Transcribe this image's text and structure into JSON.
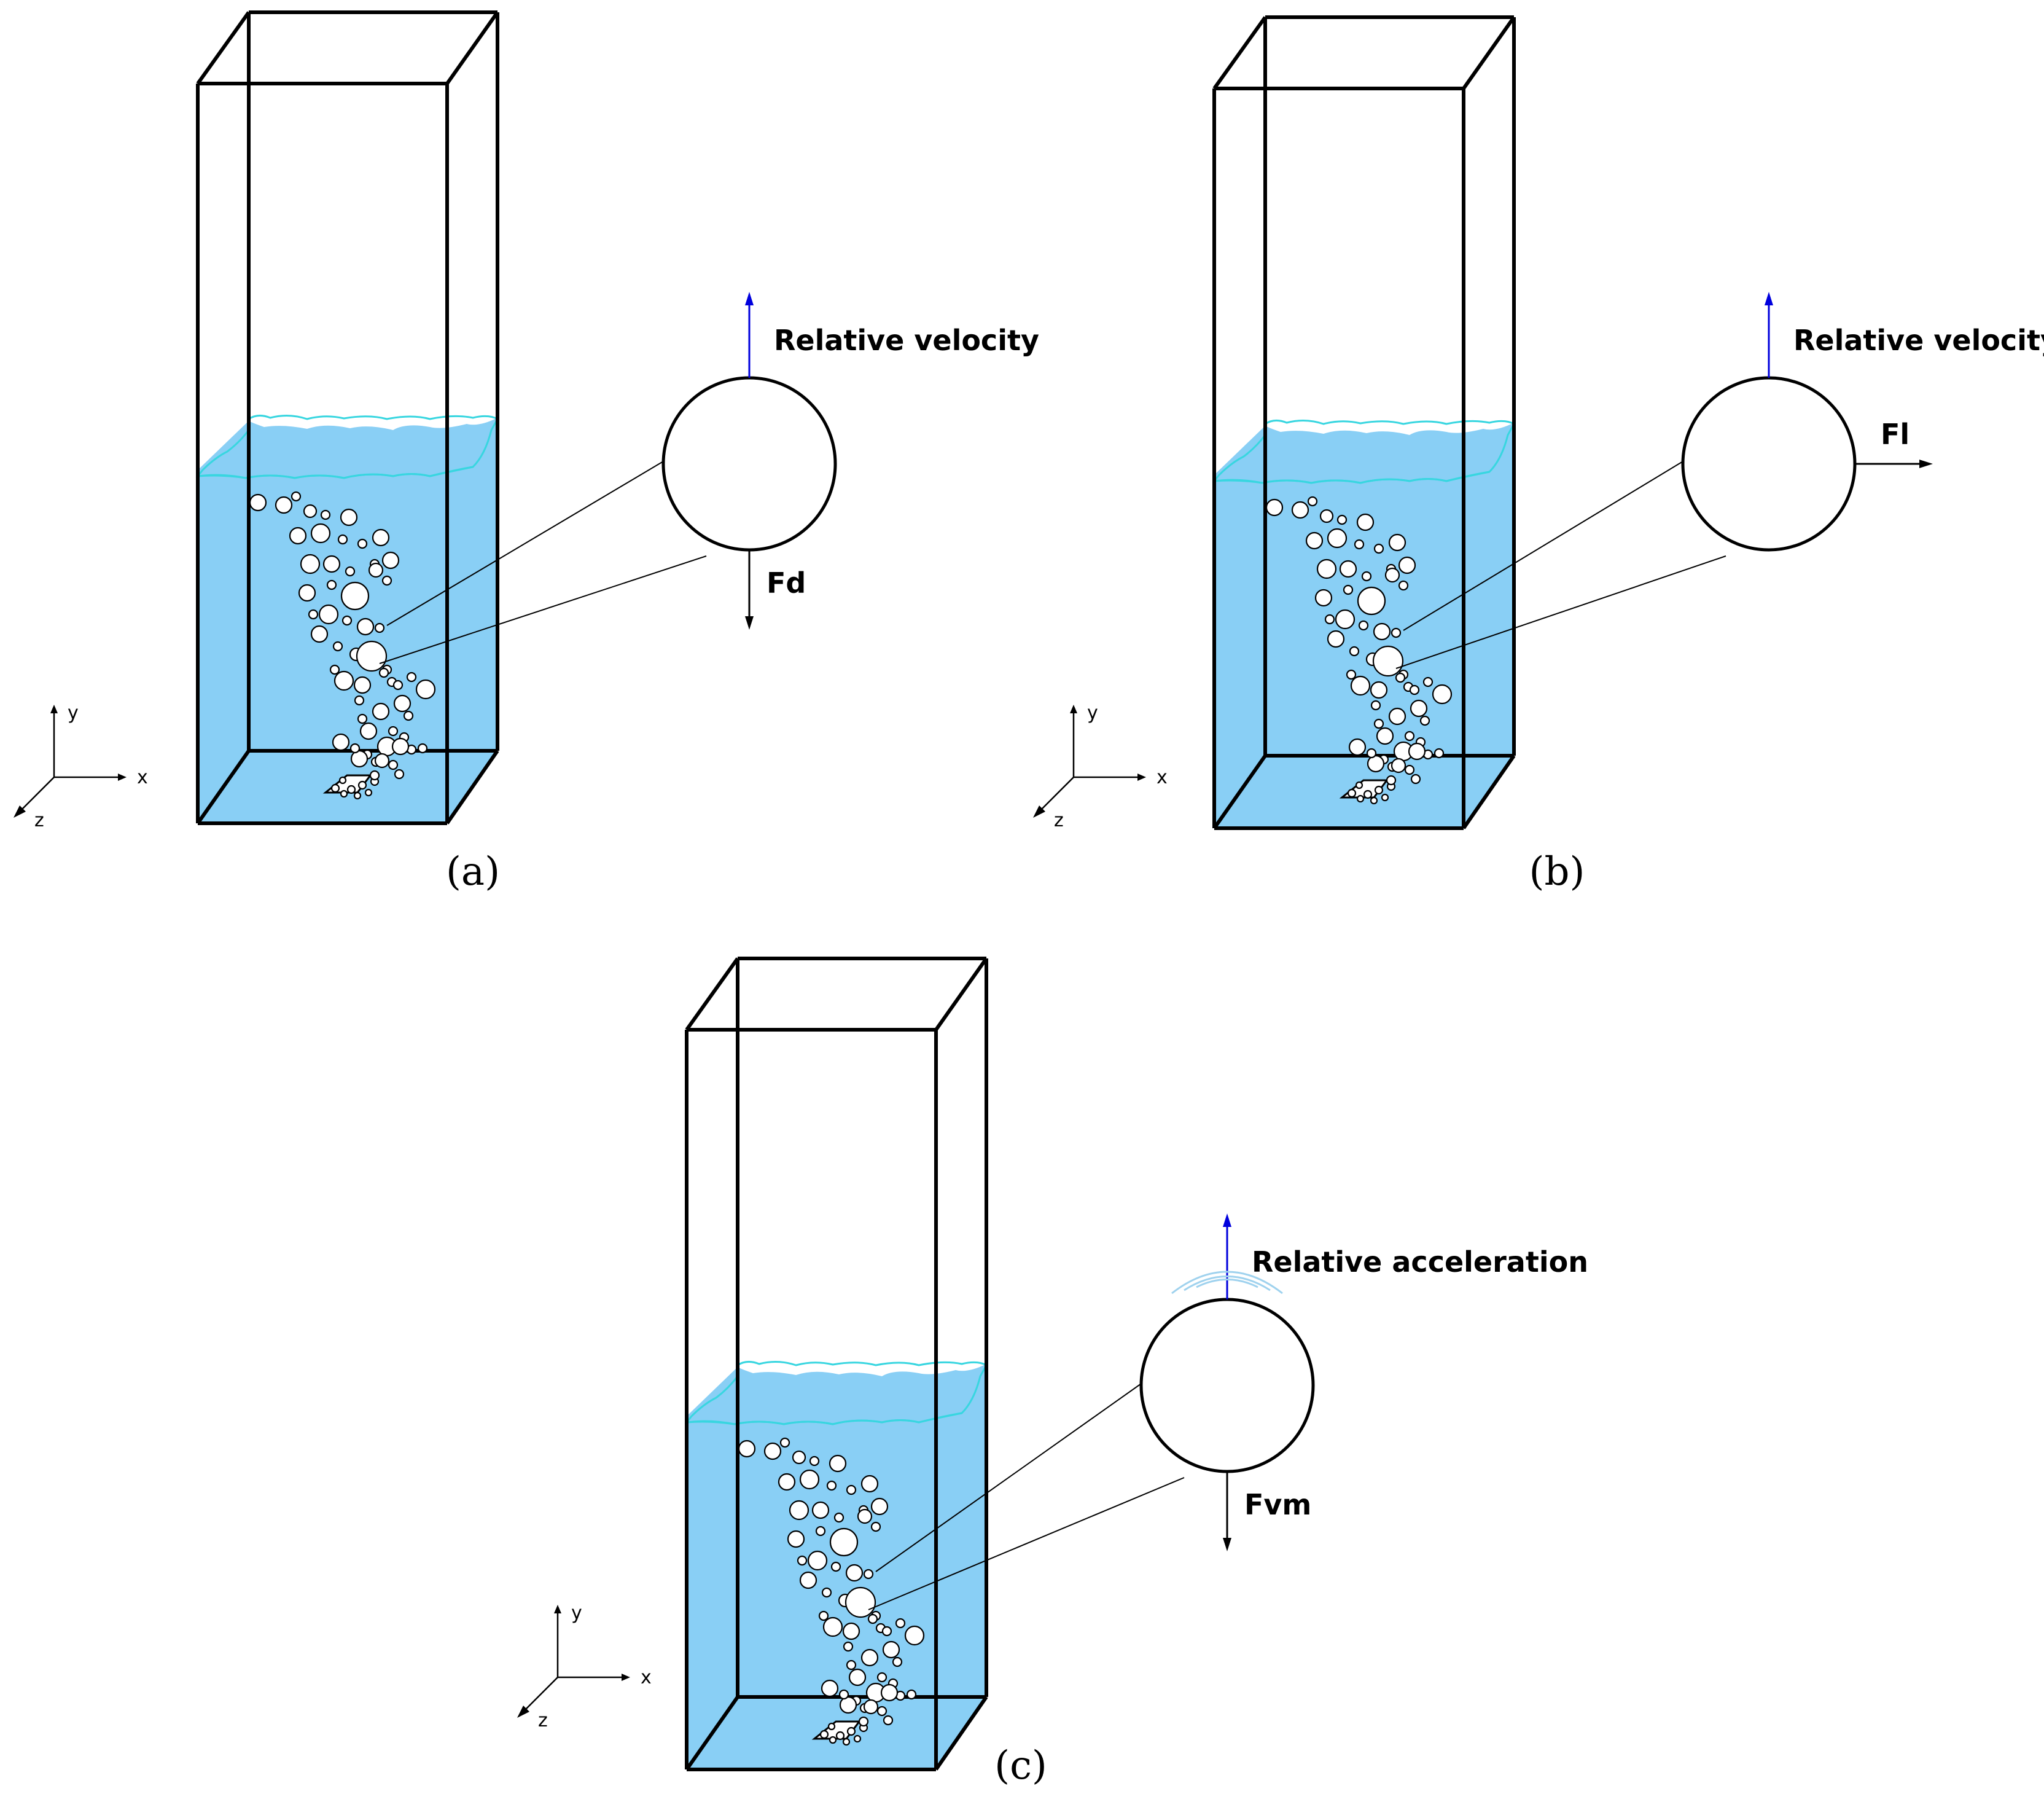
{
  "panels": [
    {
      "id": "a",
      "caption": "(a)",
      "up_label": "Relative velocity",
      "force_label": "Fd",
      "force_direction": "down",
      "axes": {
        "x": "x",
        "y": "y",
        "z": "z"
      },
      "colors": {
        "water": "#89cff5",
        "surface": "#38d6e0",
        "relative_arrow": "#0000dd",
        "force_arrow": "#000000"
      }
    },
    {
      "id": "b",
      "caption": "(b)",
      "up_label": "Relative velocity",
      "force_label": "Fl",
      "force_direction": "right",
      "axes": {
        "x": "x",
        "y": "y",
        "z": "z"
      },
      "colors": {
        "water": "#89cff5",
        "surface": "#38d6e0",
        "relative_arrow": "#0000dd",
        "force_arrow": "#000000"
      }
    },
    {
      "id": "c",
      "caption": "(c)",
      "up_label": "Relative acceleration",
      "force_label": "Fvm",
      "force_direction": "down",
      "axes": {
        "x": "x",
        "y": "y",
        "z": "z"
      },
      "colors": {
        "water": "#89cff5",
        "surface": "#38d6e0",
        "relative_arrow": "#0000dd",
        "force_arrow": "#000000",
        "wave_marks": "#9fd2ee"
      }
    }
  ]
}
